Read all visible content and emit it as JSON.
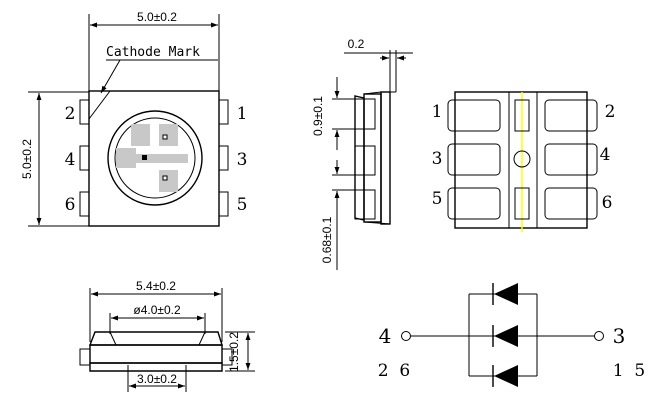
{
  "top_view": {
    "width_dim": "5.0±0.2",
    "height_dim": "5.0±0.2",
    "cathode_label": "Cathode Mark",
    "pins_left": [
      "2",
      "4",
      "6"
    ],
    "pins_right": [
      "1",
      "3",
      "5"
    ]
  },
  "side_view": {
    "thickness_dim": "0.2",
    "pad_height_dim": "0.9±0.1",
    "pad_gap_dim": "0.68±0.1"
  },
  "bottom_view": {
    "pins_left": [
      "1",
      "3",
      "5"
    ],
    "pins_right": [
      "2",
      "4",
      "6"
    ]
  },
  "front_view": {
    "width_dim": "5.4±0.2",
    "lens_dim": "ø4.0±0.2",
    "base_dim": "3.0±0.2",
    "height_dim": "1.5±0.2"
  },
  "schematic": {
    "left_terminal": "4",
    "right_terminal": "3",
    "left_pins": "2  6",
    "right_pins": "1  5"
  },
  "colors": {
    "line": "#000000",
    "chip_fill": "#c8c8c8",
    "bottom_center_stripe": "#ffff00"
  }
}
